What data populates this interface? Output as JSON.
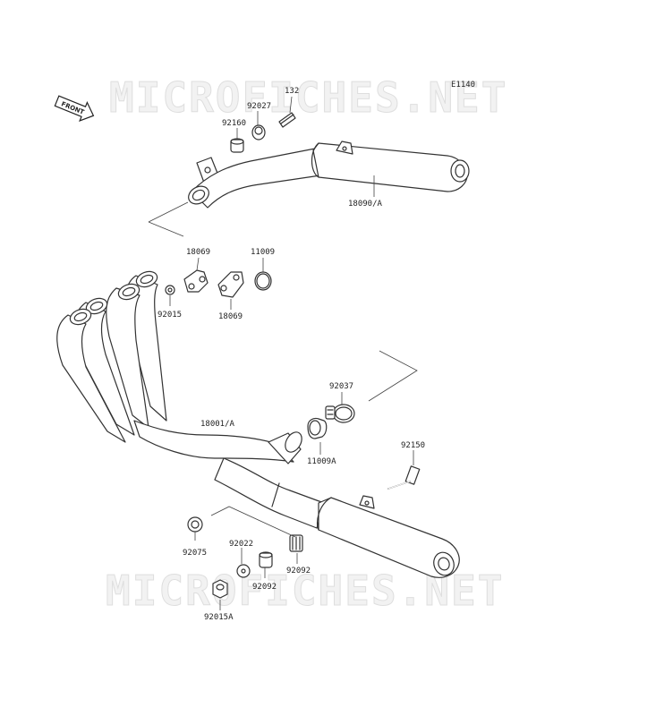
{
  "diagram": {
    "code": "E1140",
    "watermark": "MICROFICHES.NET",
    "front_label": "FRONT",
    "part_labels": [
      {
        "id": "132",
        "text": "132"
      },
      {
        "id": "92027",
        "text": "92027"
      },
      {
        "id": "92160",
        "text": "92160"
      },
      {
        "id": "18090A",
        "text": "18090/A"
      },
      {
        "id": "18069a",
        "text": "18069"
      },
      {
        "id": "11009",
        "text": "11009"
      },
      {
        "id": "92015",
        "text": "92015"
      },
      {
        "id": "18069b",
        "text": "18069"
      },
      {
        "id": "92037",
        "text": "92037"
      },
      {
        "id": "18001A",
        "text": "18001/A"
      },
      {
        "id": "11009A",
        "text": "11009A"
      },
      {
        "id": "92150",
        "text": "92150"
      },
      {
        "id": "92075",
        "text": "92075"
      },
      {
        "id": "92022",
        "text": "92022"
      },
      {
        "id": "92092a",
        "text": "92092"
      },
      {
        "id": "92092b",
        "text": "92092"
      },
      {
        "id": "92015A",
        "text": "92015A"
      }
    ]
  }
}
